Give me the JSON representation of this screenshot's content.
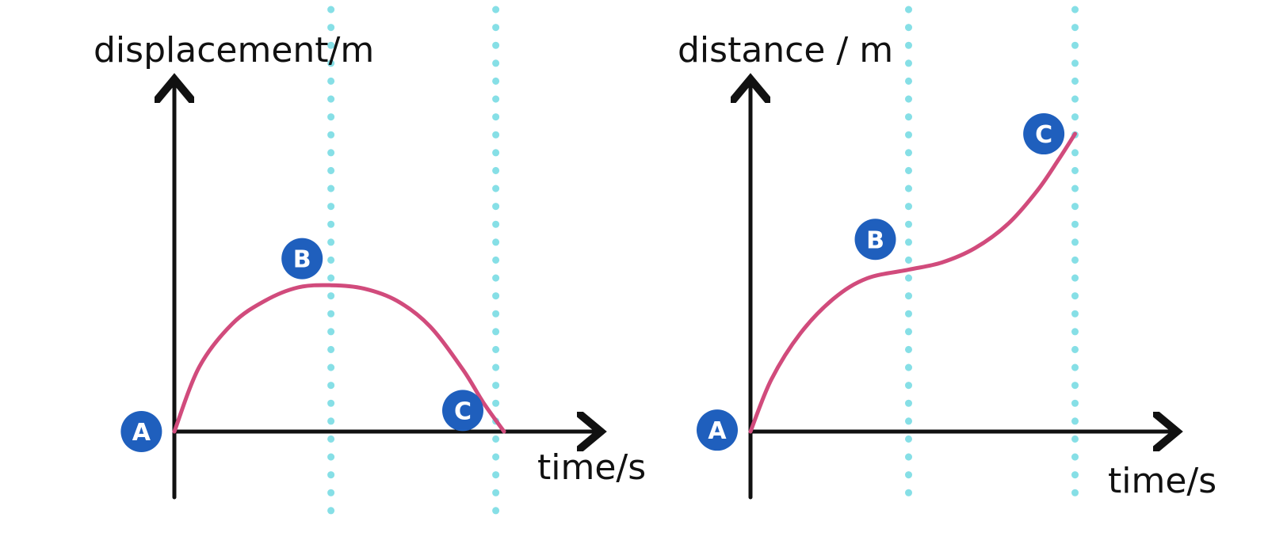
{
  "colors": {
    "curve": "#d14b7c",
    "guide": "#86dfe6",
    "marker": "#1f5fbd",
    "marker_text": "#ffffff",
    "axis": "#111111"
  },
  "chart_data": [
    {
      "type": "line",
      "ylabel": "displacement/m",
      "xlabel": "time/s",
      "xlim": [
        0,
        10
      ],
      "ylim": [
        0,
        10
      ],
      "guides_x": [
        3.8,
        7.8
      ],
      "series": [
        {
          "x": [
            0,
            0.6,
            1.4,
            2.2,
            3.0,
            3.8,
            4.6,
            5.4,
            6.2,
            7.0,
            7.5,
            8.0
          ],
          "y": [
            0,
            2.9,
            4.85,
            5.9,
            6.5,
            6.6,
            6.45,
            5.9,
            4.75,
            2.8,
            1.3,
            0
          ]
        }
      ],
      "points": [
        {
          "label": "A",
          "x": 0,
          "y": 0,
          "dx": -0.8,
          "dy": 0
        },
        {
          "label": "B",
          "x": 3.8,
          "y": 6.6,
          "dx": -0.7,
          "dy": 1.2
        },
        {
          "label": "C",
          "x": 8.0,
          "y": 0,
          "dx": -1.0,
          "dy": 0.95
        }
      ]
    },
    {
      "type": "line",
      "ylabel": "distance / m",
      "xlabel": "time/s",
      "xlim": [
        0,
        10
      ],
      "ylim": [
        0,
        10
      ],
      "guides_x": [
        3.8,
        7.8
      ],
      "series": [
        {
          "x": [
            0,
            0.5,
            1.2,
            2.0,
            2.8,
            3.8,
            4.6,
            5.4,
            6.2,
            6.9,
            7.4,
            7.8
          ],
          "y": [
            0,
            1.8,
            3.4,
            4.6,
            5.3,
            5.6,
            5.85,
            6.35,
            7.2,
            8.35,
            9.4,
            10.3
          ]
        }
      ],
      "points": [
        {
          "label": "A",
          "x": 0,
          "y": 0,
          "dx": -0.8,
          "dy": 0.05
        },
        {
          "label": "B",
          "x": 3.8,
          "y": 5.6,
          "dx": -0.8,
          "dy": 1.05
        },
        {
          "label": "C",
          "x": 7.8,
          "y": 10.3,
          "dx": -0.75,
          "dy": 0
        }
      ]
    }
  ]
}
